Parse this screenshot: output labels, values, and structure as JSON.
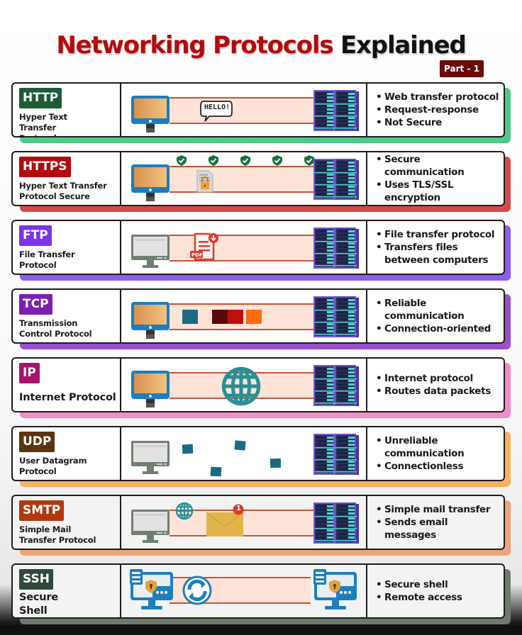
{
  "title": {
    "part1": "Networking Protocols",
    "part2": "Explained",
    "badge": "Part - 1"
  },
  "colors": {
    "title_red": "#b40a0e",
    "channel_fill": "#fde3d8",
    "channel_line": "#c2553a",
    "server_purple": "#7a5bd6"
  },
  "protocols": [
    {
      "abbr": "HTTP",
      "full_name": "Hyper Text Transfer Protocol",
      "badge_color": "#1e5b36",
      "accent_color": "#4fc98a",
      "client_icon": "monitor-icon",
      "server_icon": "server-rack-icon",
      "payload": "HELLO!",
      "payload_icon": "speech-bubble-icon",
      "points": [
        "Web transfer protocol",
        "Request-response",
        "Not Secure"
      ]
    },
    {
      "abbr": "HTTPS",
      "full_name": "Hyper Text Transfer Protocol Secure",
      "badge_color": "#b40a0e",
      "accent_color": "#d54a4a",
      "client_icon": "monitor-icon",
      "server_icon": "server-rack-icon",
      "payload_icon": "locked-document-icon",
      "extra_icons": [
        "shield-check-icon",
        "shield-check-icon",
        "shield-check-icon",
        "shield-check-icon",
        "shield-check-icon"
      ],
      "points": [
        "Secure communication",
        "Uses TLS/SSL encryption"
      ]
    },
    {
      "abbr": "FTP",
      "full_name": "File Transfer Protocol",
      "badge_color": "#7b34e8",
      "accent_color": "#8e5cf0",
      "client_icon": "gray-monitor-icon",
      "server_icon": "server-rack-icon",
      "payload": "PDF",
      "payload_icon": "pdf-download-icon",
      "points": [
        "File transfer protocol",
        "Transfers files between computers"
      ]
    },
    {
      "abbr": "TCP",
      "full_name": "Transmission Control Protocol",
      "badge_color": "#7a1fb0",
      "accent_color": "#9b4fc9",
      "client_icon": "monitor-icon",
      "server_icon": "server-rack-icon",
      "payload_icon": "ordered-packets-icon",
      "packet_colors": [
        "#1a6b82",
        "#5a0808",
        "#c0100e",
        "#ff6a10"
      ],
      "points": [
        "Reliable communication",
        "Connection-oriented"
      ]
    },
    {
      "abbr": "IP",
      "full_name": "Internet Protocol",
      "badge_color": "#a8126e",
      "accent_color": "#f08dc9",
      "client_icon": "monitor-icon",
      "server_icon": "server-rack-icon",
      "payload_icon": "globe-icon",
      "points": [
        "Internet protocol",
        "Routes data packets"
      ]
    },
    {
      "abbr": "UDP",
      "full_name": "User Datagram Protocol",
      "badge_color": "#5a3510",
      "accent_color": "#f7b160",
      "client_icon": "gray-monitor-icon",
      "server_icon": "server-rack-icon",
      "payload_icon": "scattered-packets-icon",
      "packet_colors": [
        "#1a6b82"
      ],
      "points": [
        "Unreliable communication",
        "Connectionless"
      ]
    },
    {
      "abbr": "SMTP",
      "full_name": "Simple Mail Transfer Protocol",
      "badge_color": "#b2380e",
      "accent_color": "#f0a27a",
      "client_icon": "gray-monitor-icon",
      "server_icon": "server-rack-icon",
      "payload_icon": "envelope-icon",
      "notification_count": "1",
      "points": [
        "Simple mail transfer",
        "Sends email messages"
      ]
    },
    {
      "abbr": "SSH",
      "full_name": "Secure Shell",
      "badge_color": "#2f4a3c",
      "accent_color": "#6e7a6e",
      "client_icon": "secure-terminal-monitor-icon",
      "server_icon": "secure-terminal-monitor-icon",
      "payload_icon": "sync-arrows-icon",
      "points": [
        "Secure shell",
        "Remote access"
      ]
    }
  ]
}
